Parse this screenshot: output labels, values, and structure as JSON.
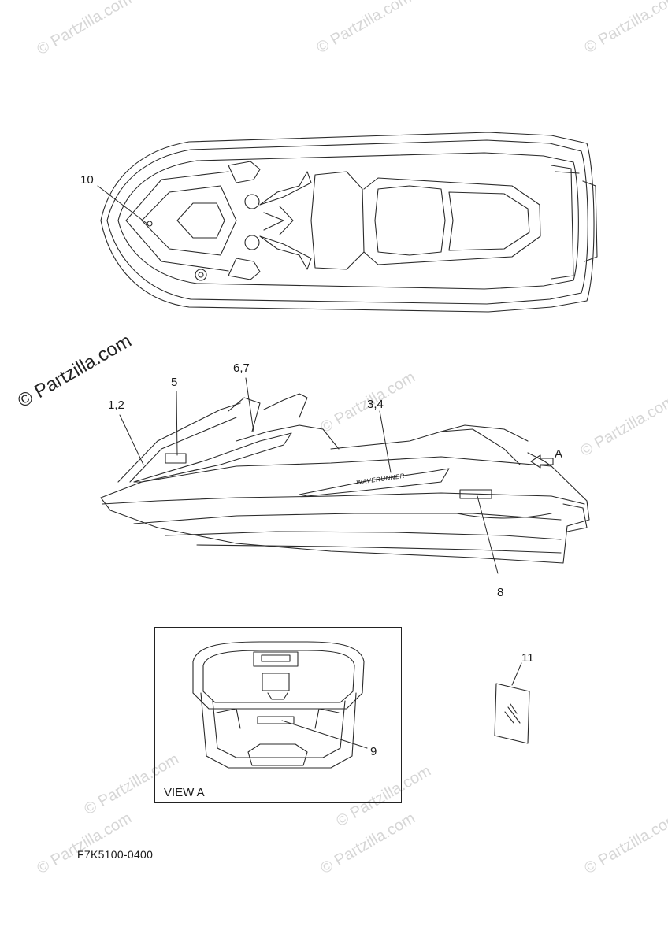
{
  "watermark": {
    "text": "© Partzilla.com",
    "faint_text": "© Partzilla.com",
    "color": "#d6d6d6"
  },
  "callouts": {
    "c10": "10",
    "c12": "1,2",
    "c5": "5",
    "c67": "6,7",
    "c34": "3,4",
    "cA": "A",
    "c8": "8",
    "c11": "11",
    "c9": "9"
  },
  "decal_text": {
    "waverunner": "WAVERUNNER"
  },
  "view_label": "VIEW A",
  "diagram_code": "F7K5100-0400"
}
